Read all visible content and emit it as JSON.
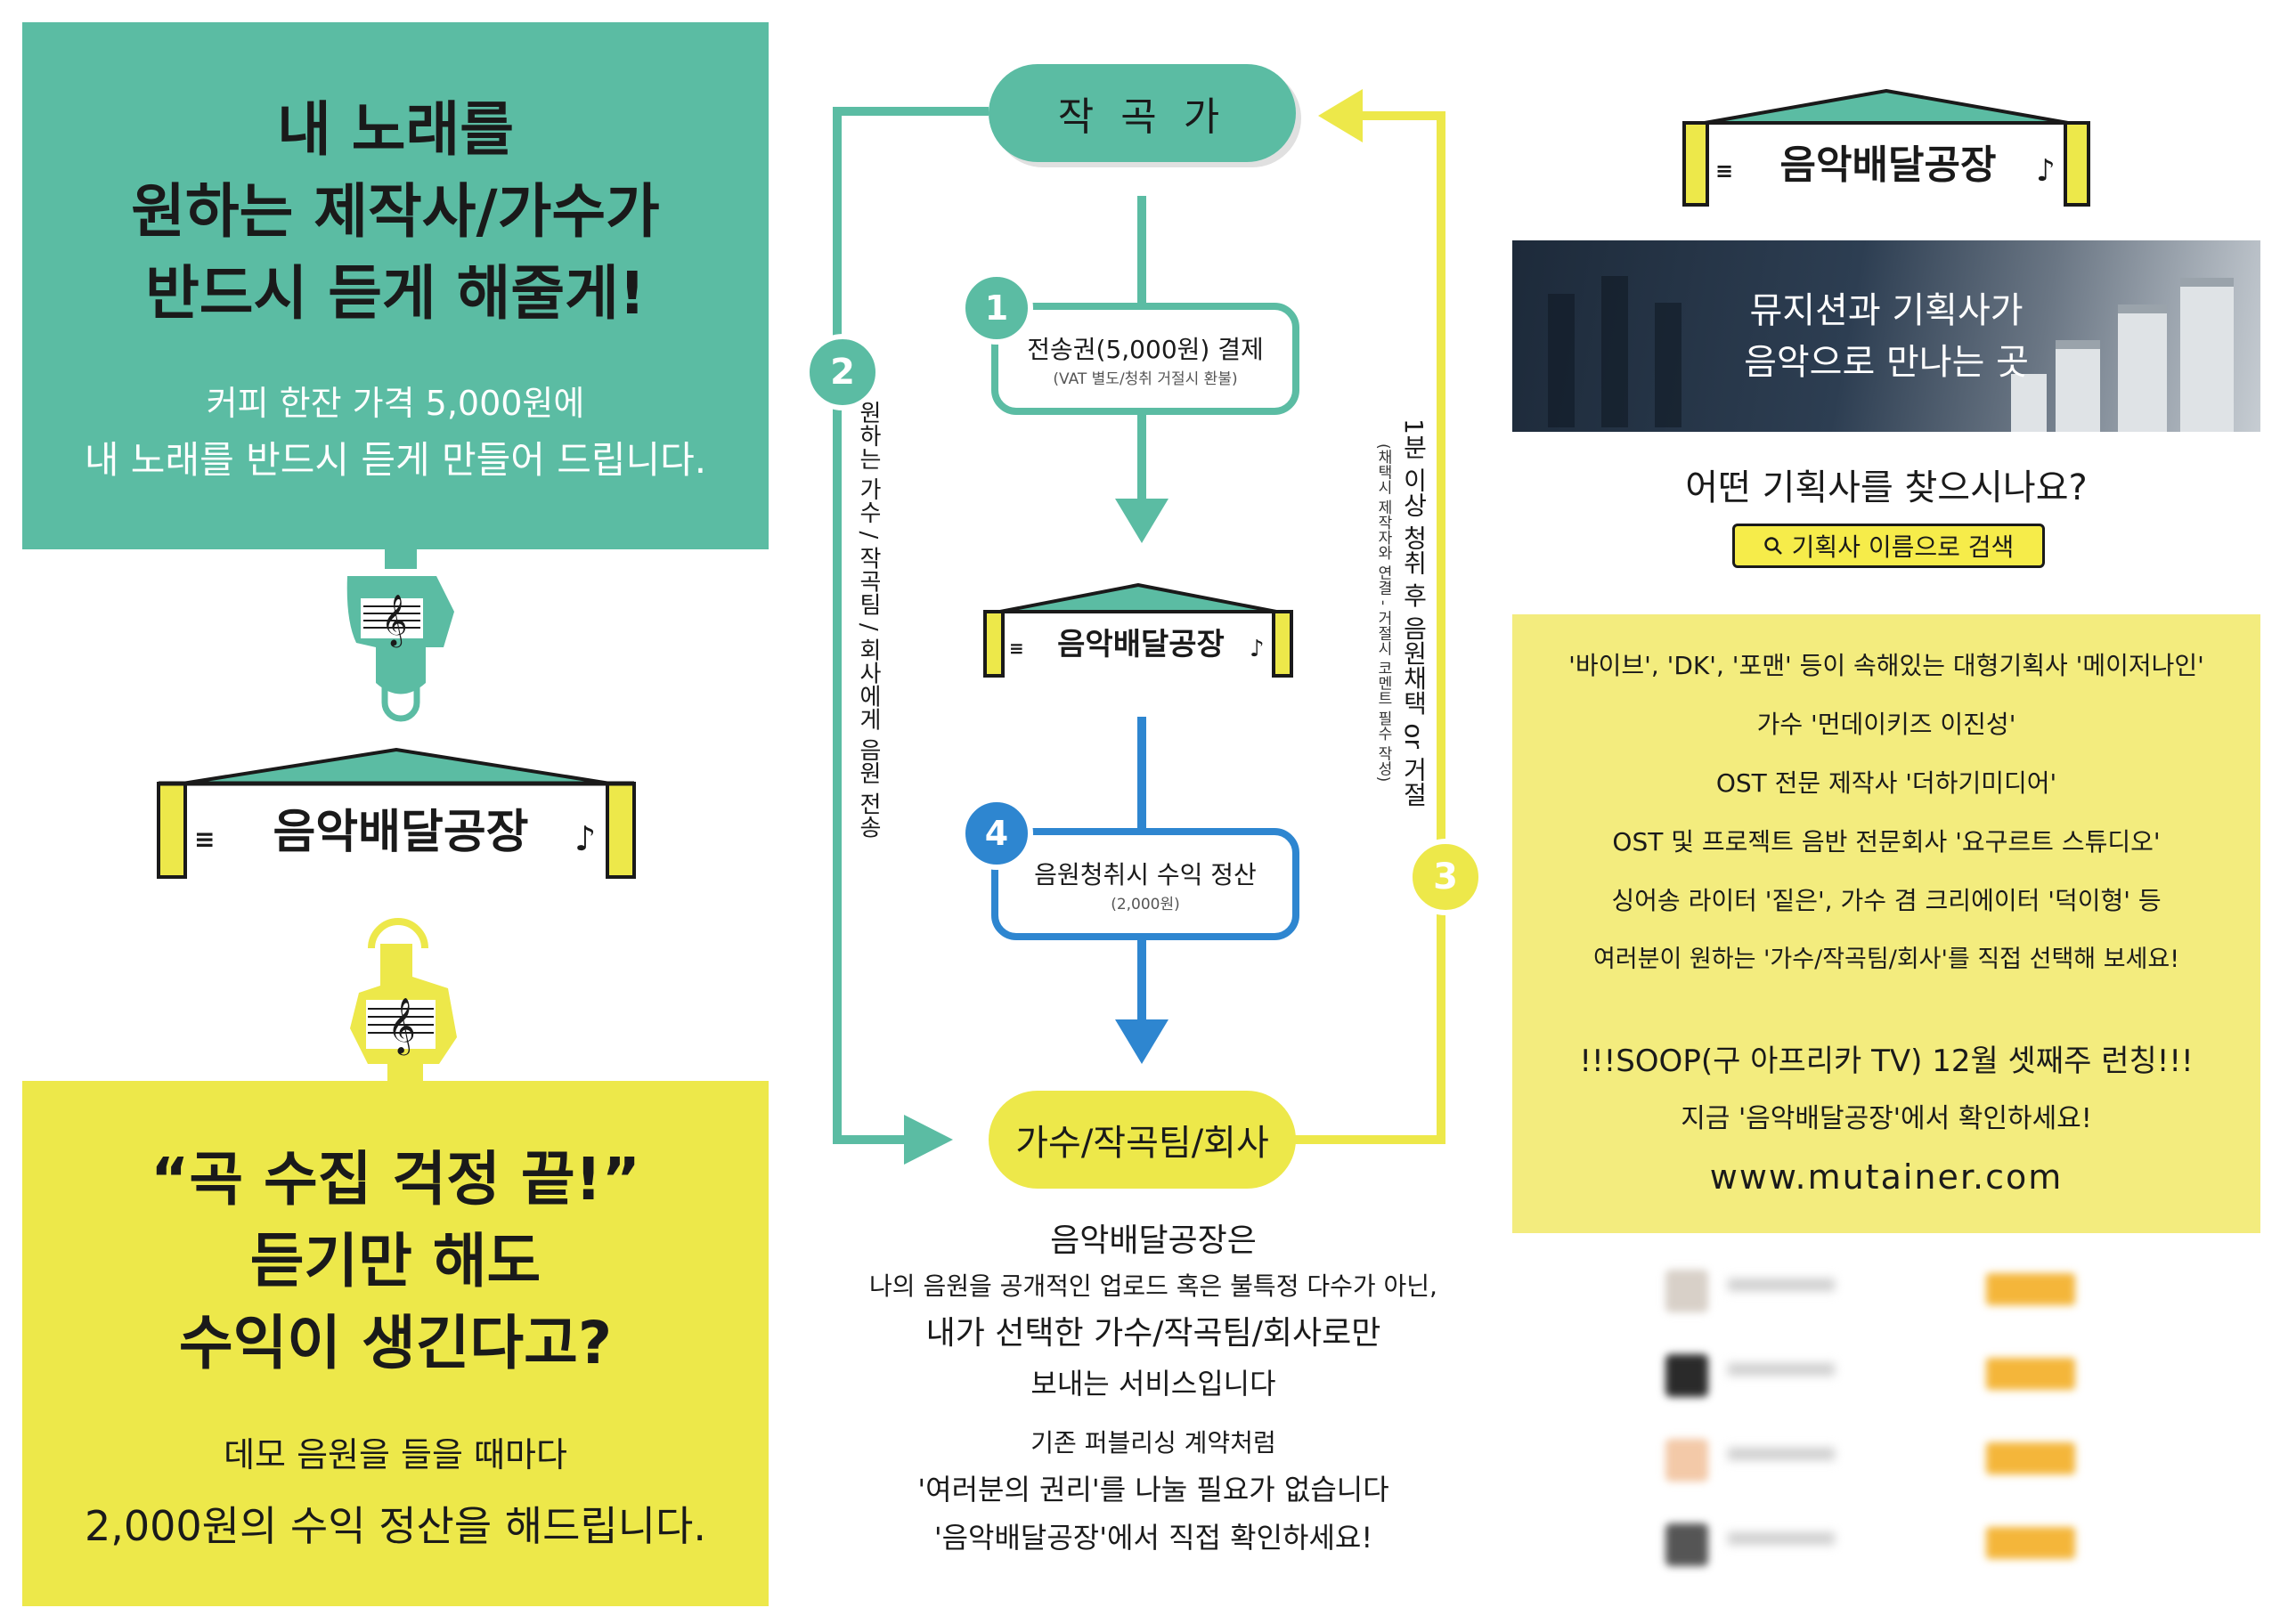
{
  "left": {
    "top_headline": [
      "내 노래를",
      "원하는 제작사/가수가",
      "반드시 듣게 해줄게!"
    ],
    "top_body": [
      "커피 한잔 가격 5,000원에",
      "내 노래를 반드시 듣게 만들어 드립니다."
    ],
    "bottom_headline": [
      "“곡 수집 걱정 끝!”",
      "듣기만 해도",
      "수익이 생긴다고?"
    ],
    "bottom_body": [
      "데모 음원을 들을 때마다",
      "2,000원의 수익 정산을 해드립니다."
    ]
  },
  "logo": {
    "name": "음악배달공장",
    "left_mark": "≡",
    "right_mark": "♪"
  },
  "flow": {
    "composer": "작 곡 가",
    "step1_title": "전송권(5,000원) 결제",
    "step1_sub": "(VAT 별도/청취 거절시 환불)",
    "step4_title": "음원청취시 수익 정산",
    "step4_sub": "(2,000원)",
    "target": "가수/작곡팀/회사",
    "badge1": "1",
    "badge2": "2",
    "badge3": "3",
    "badge4": "4",
    "left_vertical": "원하는 가수 / 작곡팀 / 회사에게 음원 전송",
    "right_vertical_main": "1분 이상 청취 후 음원채택 or 거절",
    "right_vertical_sub": "(채택시 제작자와 연결 - 거절시 코멘트 필수 작성)"
  },
  "middle_text": {
    "l1": "음악배달공장은",
    "l2": "나의 음원을 공개적인 업로드 혹은 불특정 다수가 아닌,",
    "l3": "내가 선택한 가수/작곡팀/회사로만",
    "l4": "보내는 서비스입니다",
    "l5": "기존 퍼블리싱 계약처럼",
    "l6": "'여러분의 권리'를 나눌 필요가 없습니다",
    "l7": "'음악배달공장'에서 직접 확인하세요!"
  },
  "right": {
    "banner": [
      "뮤지션과 기획사가",
      "음악으로 만나는 곳"
    ],
    "question": "어떤 기획사를 찾으시나요?",
    "search_label": "기획사 이름으로 검색",
    "search_icon": "search-icon",
    "lines": [
      "'바이브', 'DK', '포맨' 등이 속해있는 대형기획사 '메이저나인'",
      "가수 '먼데이키즈 이진성'",
      "OST 전문 제작사 '더하기미디어'",
      "OST 및 프로젝트 음반 전문회사 '요구르트 스튜디오'",
      "싱어송 라이터 '짙은', 가수 겸 크리에이터 '덕이형' 등",
      "여러분이 원하는 '가수/작곡팀/회사'를 직접 선택해 보세요!"
    ],
    "launch": "!!!SOOP(구 아프리카 TV) 12월 셋째주 런칭!!!",
    "check": "지금 '음악배달공장'에서 확인하세요!",
    "url": "www.mutainer.com"
  },
  "colors": {
    "green": "#5bbca3",
    "yellow": "#ede84a",
    "blue": "#2e86d0",
    "dark": "#1a1a1a"
  }
}
